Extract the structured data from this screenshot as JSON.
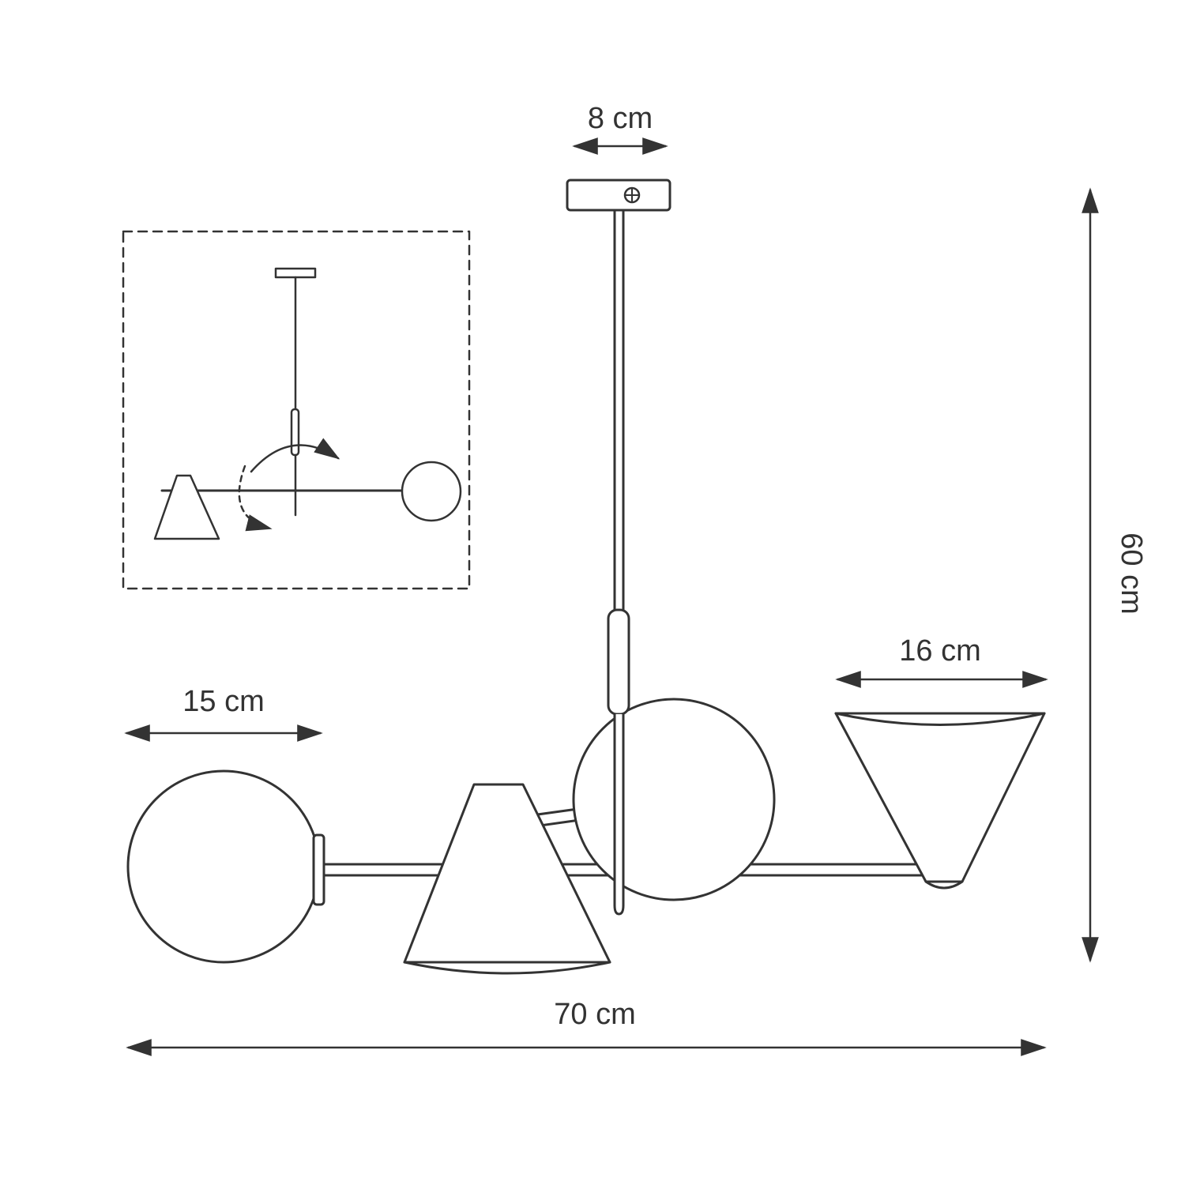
{
  "diagram": {
    "labels": {
      "mount_width": "8 cm",
      "total_height": "60 cm",
      "globe_diameter": "15 cm",
      "shade_diameter": "16 cm",
      "total_width": "70 cm"
    },
    "colors": {
      "line": "#333333",
      "background": "#ffffff"
    }
  }
}
